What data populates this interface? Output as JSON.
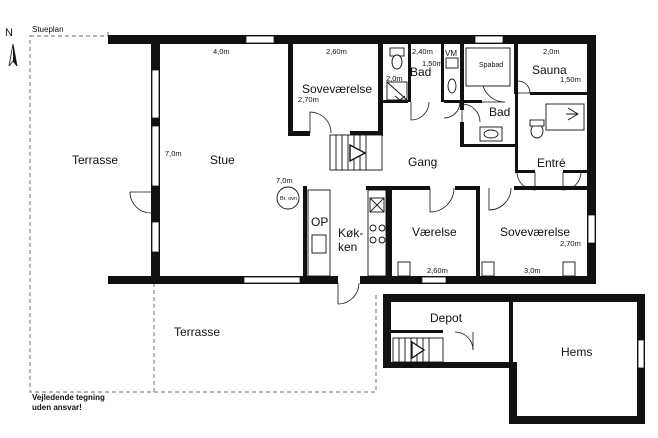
{
  "header": {
    "north": "N",
    "title": "Stueplan"
  },
  "rooms": {
    "terrasse_left": "Terrasse",
    "stue": "Stue",
    "terrasse_bottom": "Terrasse",
    "sovevaerelse_1": "Soveværelse",
    "bad_1": "Bad",
    "vm": "VM",
    "spabad": "Spabad",
    "sauna": "Sauna",
    "bad_2": "Bad",
    "gang": "Gang",
    "entre": "Entré",
    "koekken_1": "Køk-",
    "koekken_2": "ken",
    "op": "OP",
    "br_ovn": "Br. ovn",
    "vaerelse": "Værelse",
    "sovevaerelse_2": "Soveværelse",
    "depot": "Depot",
    "hems": "Hems"
  },
  "dimensions": {
    "stue_width": "4,0m",
    "stue_depth": "7,0m",
    "stue_inner": "7,0m",
    "sove1_width": "2,60m",
    "sove1_depth": "2,70m",
    "bad1_width": "2,40m",
    "bad1_depth": "2,0m",
    "vm_depth": "1,50m",
    "sauna_width": "2,0m",
    "sauna_depth": "1,50m",
    "vaerelse_width": "2,60m",
    "sove2_width": "3,0m",
    "sove2_depth": "2,70m"
  },
  "footer": {
    "disclaimer_1": "Vejledende tegning",
    "disclaimer_2": "uden ansvar!"
  },
  "colors": {
    "wall": "#111111",
    "dashed": "#888888",
    "background": "#ffffff"
  }
}
